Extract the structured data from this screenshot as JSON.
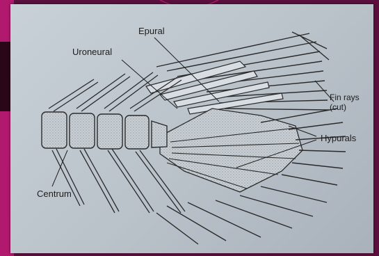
{
  "labels": {
    "epural": "Epural",
    "uroneural": "Uroneural",
    "fin_rays_line1": "Fin rays",
    "fin_rays_line2": "(cut)",
    "hypurals": "Hypurals",
    "centrum": "Centrum"
  },
  "colors": {
    "slide_background": "#5a0f3c",
    "slide_accent": "#b0196e",
    "slide_dark_bar": "#2a0718",
    "figure_paper": "#c0c8d0",
    "ink": "#1d1d1d"
  }
}
